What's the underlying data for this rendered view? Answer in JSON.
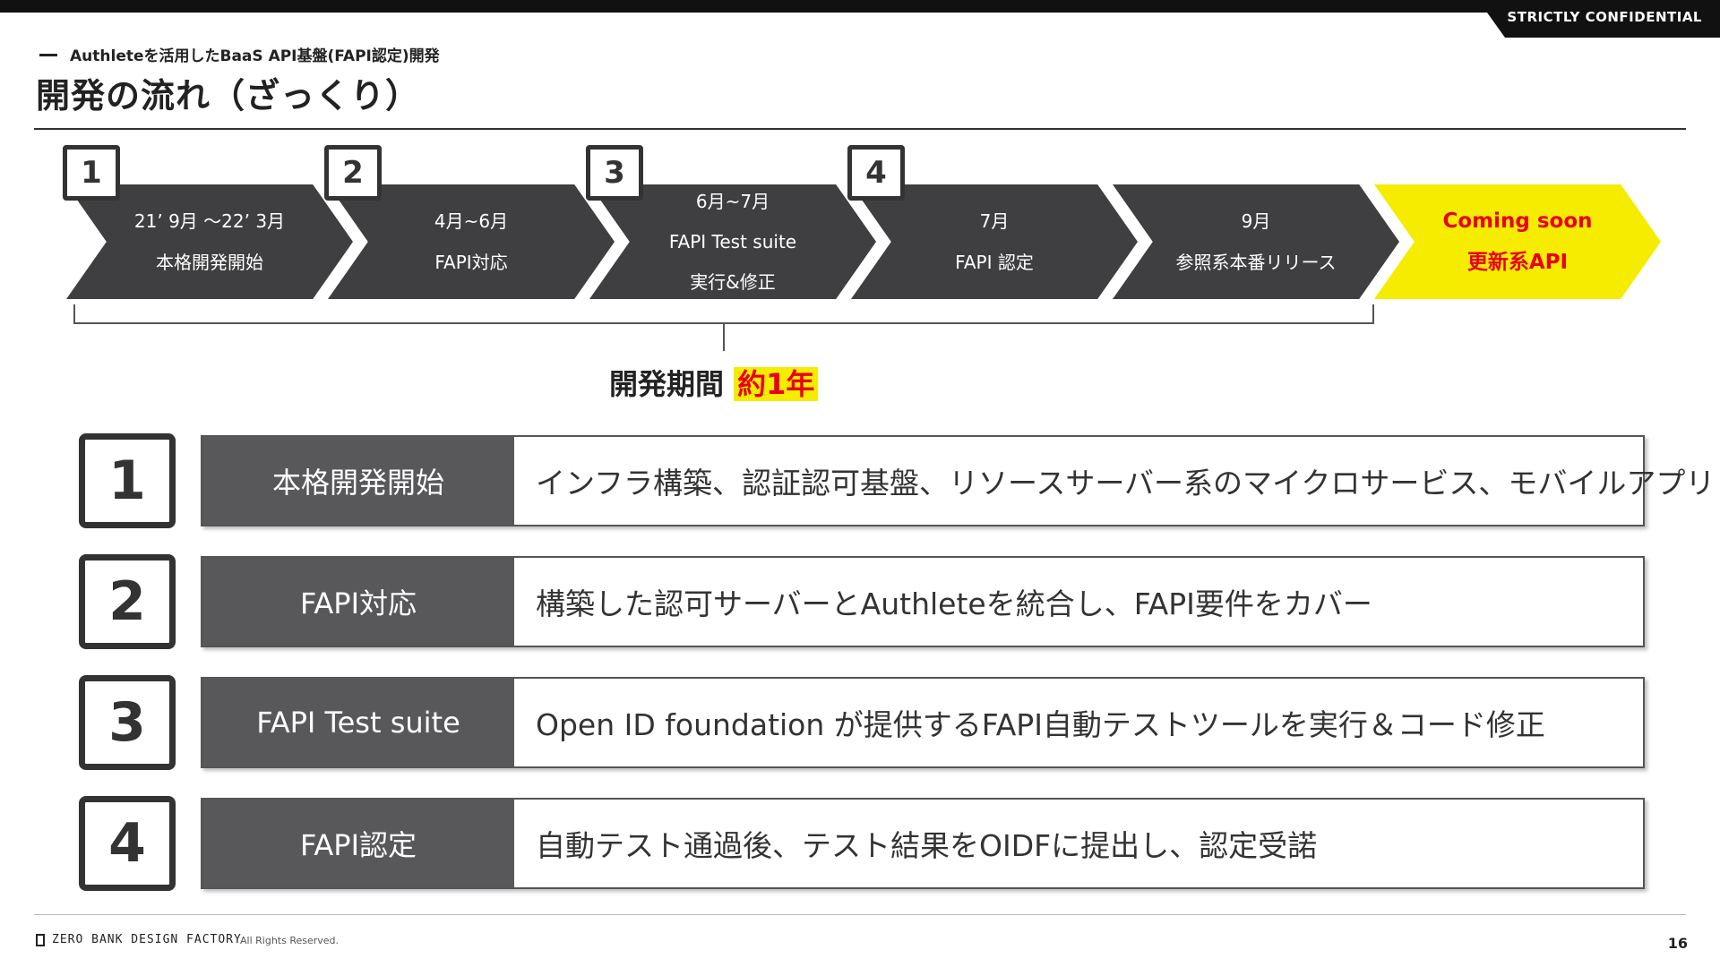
{
  "header": {
    "confidential": "STRICTLY CONFIDENTIAL",
    "subtitle": "Authleteを活用したBaaS API基盤(FAPI認定)開発",
    "title": "開発の流れ（ざっくり）"
  },
  "timeline": {
    "steps": [
      {
        "number": "1",
        "line1": "21’ 9月 ～22’ 3月",
        "line2": "本格開発開始"
      },
      {
        "number": "2",
        "line1": "4月~6月",
        "line2": "FAPI対応"
      },
      {
        "number": "3",
        "line1": "6月~7月",
        "line2": "FAPI Test suite",
        "line3": "実行&修正"
      },
      {
        "number": "4",
        "line1": "7月",
        "line2": "FAPI 認定"
      },
      {
        "line1": "9月",
        "line2": "参照系本番リリース"
      },
      {
        "line1": "Coming soon",
        "line2": "更新系API"
      }
    ],
    "period_label": "開発期間",
    "period_value": "約1年"
  },
  "table": {
    "rows": [
      {
        "number": "1",
        "label": "本格開発開始",
        "desc": "インフラ構築、認証認可基盤、リソースサーバー系のマイクロサービス、モバイルアプリ 等"
      },
      {
        "number": "2",
        "label": "FAPI対応",
        "desc": "構築した認可サーバーとAuthleteを統合し、FAPI要件をカバー"
      },
      {
        "number": "3",
        "label": "FAPI Test suite",
        "desc": "Open ID foundation が提供するFAPI自動テストツールを実行＆コード修正"
      },
      {
        "number": "4",
        "label": "FAPI認定",
        "desc": "自動テスト通過後、テスト結果をOIDFに提出し、認定受諾"
      }
    ]
  },
  "footer": {
    "logo": "ZERO BANK DESIGN FACTORY",
    "rights": "All Rights Reserved.",
    "page": "16"
  },
  "colors": {
    "dark": "#3f3f41",
    "label_bg": "#58585b",
    "highlight": "#f5ec00",
    "accent_red": "#e8001c"
  }
}
